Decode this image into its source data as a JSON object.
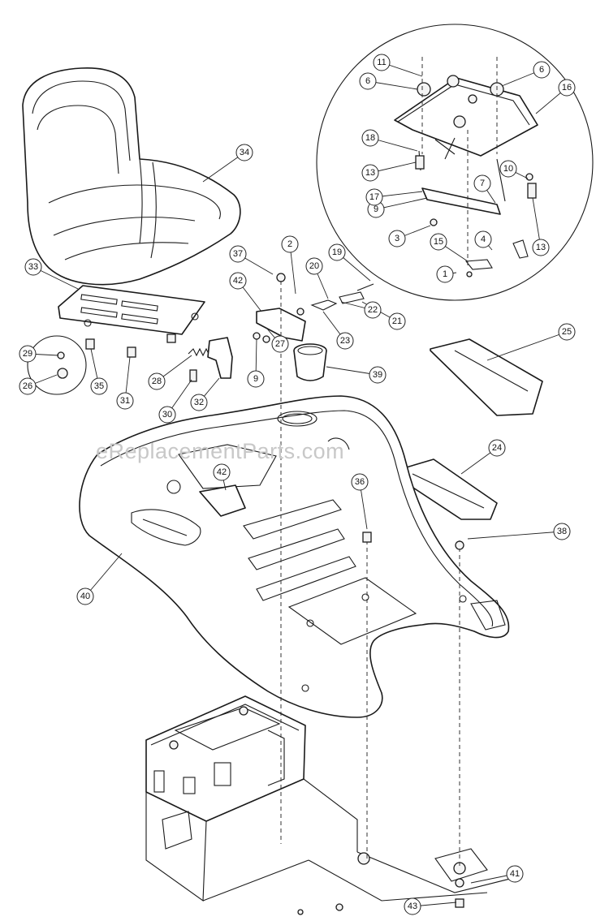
{
  "watermark": "eReplacementParts.com",
  "callouts": [
    "1",
    "2",
    "3",
    "4",
    "6",
    "6",
    "7",
    "9",
    "9",
    "10",
    "11",
    "13",
    "13",
    "15",
    "16",
    "17",
    "18",
    "19",
    "20",
    "21",
    "22",
    "23",
    "24",
    "25",
    "26",
    "27",
    "28",
    "29",
    "30",
    "31",
    "32",
    "33",
    "34",
    "35",
    "36",
    "37",
    "38",
    "39",
    "40",
    "41",
    "42",
    "42",
    "43"
  ]
}
